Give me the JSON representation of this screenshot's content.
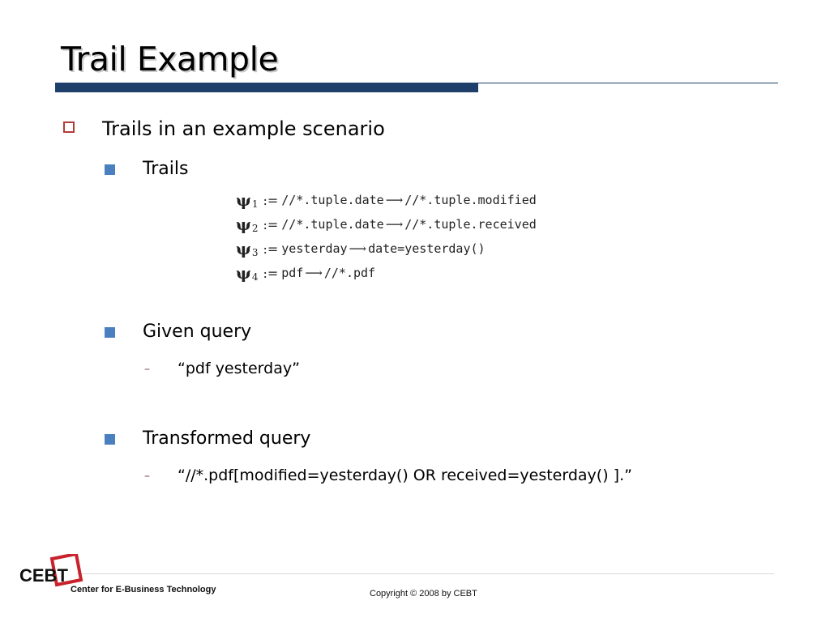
{
  "slide": {
    "title": "Trail Example",
    "bullet_main": "Trails in an example scenario",
    "section_trails": "Trails",
    "trails": [
      {
        "sub": "1",
        "lhs": "//*.tuple.date",
        "rhs": "//*.tuple.modified"
      },
      {
        "sub": "2",
        "lhs": "//*.tuple.date",
        "rhs": "//*.tuple.received"
      },
      {
        "sub": "3",
        "lhs": "yesterday",
        "rhs": "date=yesterday()"
      },
      {
        "sub": "4",
        "lhs": "pdf",
        "rhs": "//*.pdf"
      }
    ],
    "section_given": "Given query",
    "given_query": "“pdf yesterday”",
    "section_transformed": "Transformed query",
    "transformed_query": "“//*.pdf[modified=yesterday() OR received=yesterday() ].”"
  },
  "symbols": {
    "psi": "ψ",
    "assign": ":=",
    "arrow": "⟶",
    "dash": "–"
  },
  "footer": {
    "logo_text": "CEBT",
    "logo_tagline": "Center for E-Business Technology",
    "copyright": "Copyright © 2008 by CEBT"
  },
  "colors": {
    "title_rule": "#1f3f6b",
    "bullet_square": "#4a7fc0",
    "bullet_outline": "#b73a3a",
    "logo_red": "#c8232c"
  }
}
